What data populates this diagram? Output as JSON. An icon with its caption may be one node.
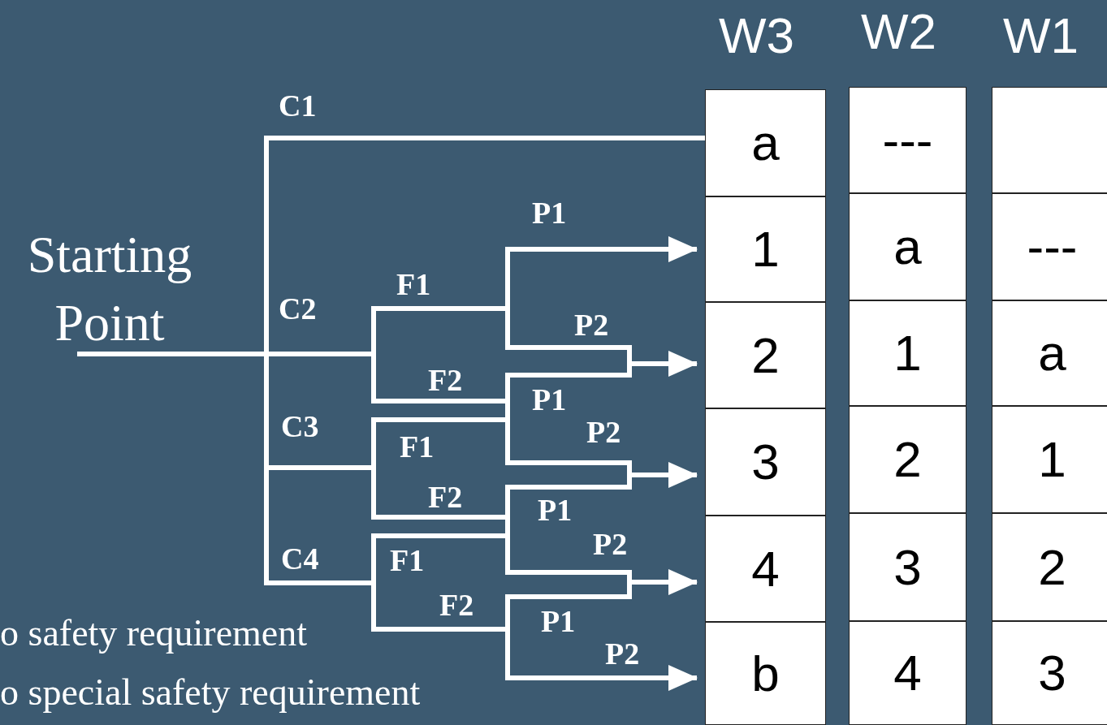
{
  "diagram": {
    "nodes": [
      {
        "text": [
          "Starting Point"
        ]
      },
      {
        "text": [
          "a"
        ]
      },
      {
        "text": [
          "1"
        ]
      },
      {
        "text": [
          "2"
        ]
      },
      {
        "text": [
          "3"
        ]
      },
      {
        "text": [
          "4"
        ]
      },
      {
        "text": [
          "b"
        ]
      },
      {
        "text": [
          "---"
        ]
      },
      {
        "text": [
          "a"
        ]
      },
      {
        "text": [
          "1"
        ]
      },
      {
        "text": [
          "2"
        ]
      },
      {
        "text": [
          "3"
        ]
      },
      {
        "text": [
          "4"
        ]
      },
      {
        "text": [],
        "shape": "box"
      },
      {
        "text": [
          "---"
        ]
      },
      {
        "text": [
          "a"
        ]
      },
      {
        "text": [
          "1"
        ]
      },
      {
        "text": [
          "2"
        ]
      },
      {
        "text": [
          "3"
        ]
      }
    ],
    "edges": [
      {
        "from": 0,
        "to": 1,
        "arrow": "none"
      },
      {
        "from": 0,
        "to": 2,
        "arrow": "to"
      },
      {
        "from": 0,
        "to": 3,
        "arrow": "to"
      },
      {
        "from": 0,
        "to": 4,
        "arrow": "to"
      },
      {
        "from": 0,
        "to": 5,
        "arrow": "to"
      },
      {
        "from": 0,
        "to": 6,
        "arrow": "to"
      }
    ],
    "labels": [
      "W3",
      "W2",
      "W1",
      "C1",
      "P1",
      "F1",
      "C2",
      "P2",
      "F2",
      "P1",
      "C3",
      "P2",
      "F1",
      "F2",
      "P1",
      "P2",
      "C4",
      "F1",
      "F2",
      "P1",
      "P2",
      "o safety requirement",
      "o special safety requirement"
    ]
  }
}
